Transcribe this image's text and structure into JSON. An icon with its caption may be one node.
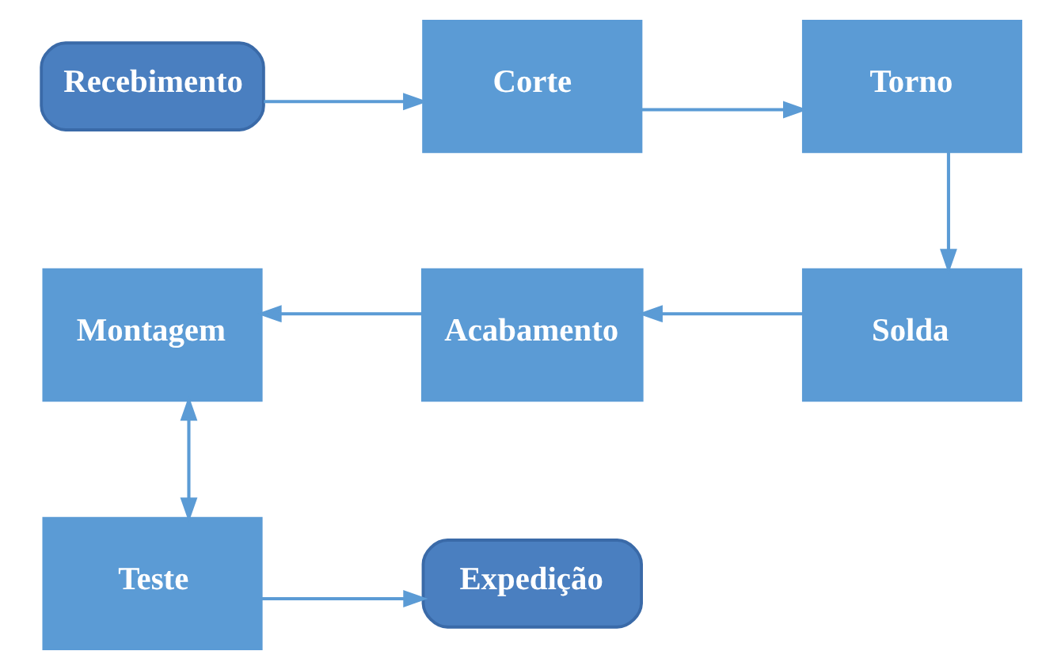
{
  "diagram": {
    "nodes": [
      {
        "text": [
          "Recebimento"
        ]
      },
      {
        "text": [
          "Corte"
        ]
      },
      {
        "text": [
          "Torno"
        ]
      },
      {
        "text": [
          "Solda"
        ]
      },
      {
        "text": [
          "Acabamento"
        ]
      },
      {
        "text": [
          "Montagem"
        ]
      },
      {
        "text": [
          "Teste"
        ]
      },
      {
        "text": [
          "Expedição"
        ]
      }
    ],
    "edges": [
      {
        "from": 0,
        "to": 1,
        "arrow": "to"
      },
      {
        "from": 1,
        "to": 2,
        "arrow": "to"
      },
      {
        "from": 2,
        "to": 3,
        "arrow": "to"
      },
      {
        "from": 3,
        "to": 4,
        "arrow": "to"
      },
      {
        "from": 4,
        "to": 5,
        "arrow": "to"
      },
      {
        "from": 5,
        "to": 6,
        "arrow": "both"
      },
      {
        "from": 6,
        "to": 7,
        "arrow": "to"
      }
    ]
  }
}
